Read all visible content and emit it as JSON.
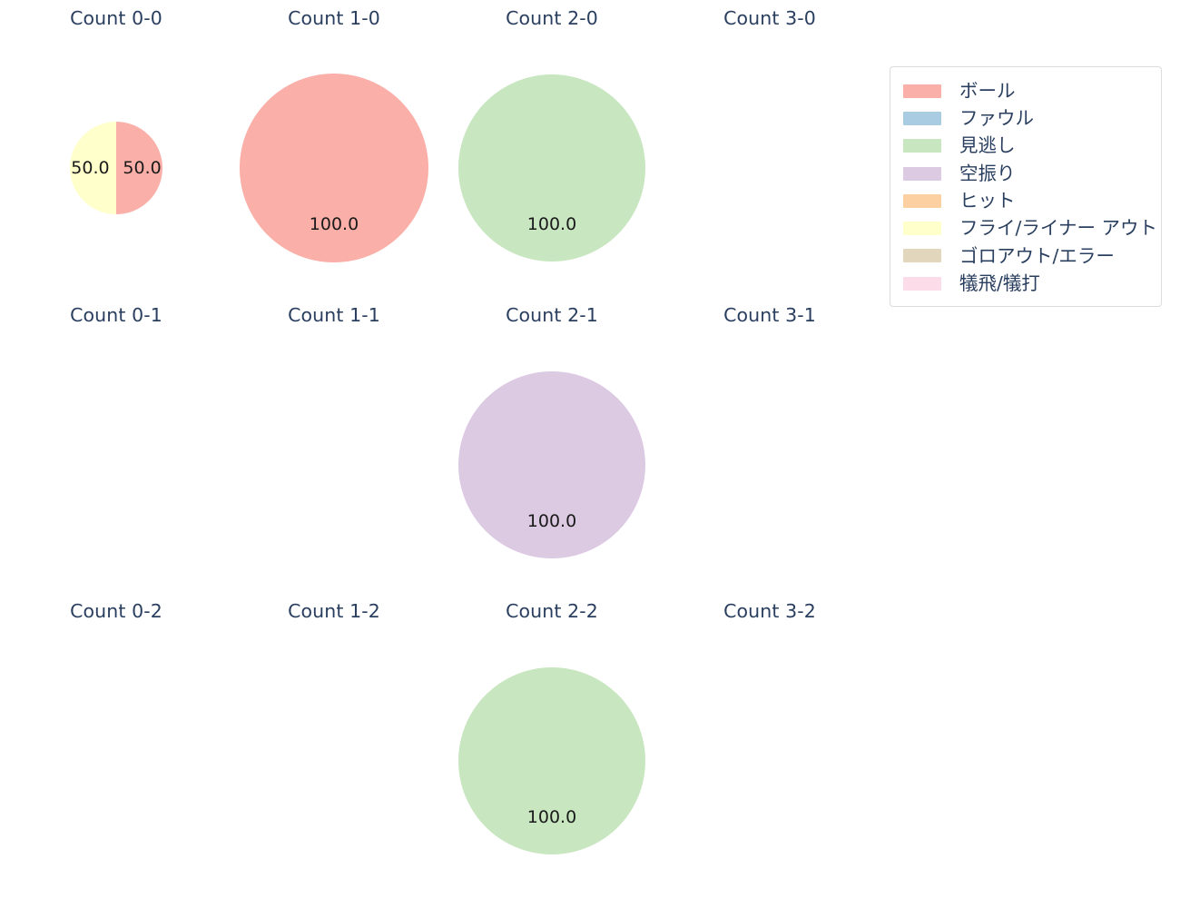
{
  "chart_data": {
    "type": "pie",
    "title": "",
    "subtitle": "",
    "xlabel": "",
    "ylabel": "",
    "legend_position": "right",
    "grid": false,
    "layout": {
      "rows": 3,
      "cols": 4
    },
    "categories": [
      "ボール",
      "ファウル",
      "見逃し",
      "空振り",
      "ヒット",
      "フライ/ライナー アウト",
      "ゴロアウト/エラー",
      "犠飛/犠打"
    ],
    "colors": {
      "ボール": "#FAAFA8",
      "ファウル": "#AACCE3",
      "見逃し": "#C8E6C0",
      "空振り": "#DCC9E2",
      "ヒット": "#FDD0A2",
      "フライ/ライナー アウト": "#FFFFCC",
      "ゴロアウト/エラー": "#E2D6BC",
      "犠飛/犠打": "#FBDCE8"
    },
    "panels": [
      {
        "title": "Count 0-0",
        "row": 0,
        "col": 0,
        "empty": false,
        "radius": 51,
        "slices": [
          {
            "label": "ボール",
            "value": 50.0,
            "value_text": "50.0",
            "color": "#FAAFA8"
          },
          {
            "label": "フライ/ライナー アウト",
            "value": 50.0,
            "value_text": "50.0",
            "color": "#FFFFCC"
          }
        ]
      },
      {
        "title": "Count 1-0",
        "row": 0,
        "col": 1,
        "empty": false,
        "radius": 104,
        "slices": [
          {
            "label": "ボール",
            "value": 100.0,
            "value_text": "100.0",
            "color": "#FAAFA8"
          }
        ]
      },
      {
        "title": "Count 2-0",
        "row": 0,
        "col": 2,
        "empty": false,
        "radius": 103,
        "slices": [
          {
            "label": "見逃し",
            "value": 100.0,
            "value_text": "100.0",
            "color": "#C8E6C0"
          }
        ]
      },
      {
        "title": "Count 3-0",
        "row": 0,
        "col": 3,
        "empty": true,
        "radius": 0,
        "slices": []
      },
      {
        "title": "Count 0-1",
        "row": 1,
        "col": 0,
        "empty": true,
        "radius": 0,
        "slices": []
      },
      {
        "title": "Count 1-1",
        "row": 1,
        "col": 1,
        "empty": true,
        "radius": 0,
        "slices": []
      },
      {
        "title": "Count 2-1",
        "row": 1,
        "col": 2,
        "empty": false,
        "radius": 103,
        "slices": [
          {
            "label": "空振り",
            "value": 100.0,
            "value_text": "100.0",
            "color": "#DCC9E2"
          }
        ]
      },
      {
        "title": "Count 3-1",
        "row": 1,
        "col": 3,
        "empty": true,
        "radius": 0,
        "slices": []
      },
      {
        "title": "Count 0-2",
        "row": 2,
        "col": 0,
        "empty": true,
        "radius": 0,
        "slices": []
      },
      {
        "title": "Count 1-2",
        "row": 2,
        "col": 1,
        "empty": true,
        "radius": 0,
        "slices": []
      },
      {
        "title": "Count 2-2",
        "row": 2,
        "col": 2,
        "empty": false,
        "radius": 103,
        "slices": [
          {
            "label": "見逃し",
            "value": 100.0,
            "value_text": "100.0",
            "color": "#C8E6C0"
          }
        ]
      },
      {
        "title": "Count 3-2",
        "row": 2,
        "col": 3,
        "empty": true,
        "radius": 0,
        "slices": []
      }
    ]
  },
  "legend": {
    "items": [
      {
        "label": "ボール",
        "color": "#FAAFA8"
      },
      {
        "label": "ファウル",
        "color": "#AACCE3"
      },
      {
        "label": "見逃し",
        "color": "#C8E6C0"
      },
      {
        "label": "空振り",
        "color": "#DCC9E2"
      },
      {
        "label": "ヒット",
        "color": "#FDD0A2"
      },
      {
        "label": "フライ/ライナー アウト",
        "color": "#FFFFCC"
      },
      {
        "label": "ゴロアウト/エラー",
        "color": "#E2D6BC"
      },
      {
        "label": "犠飛/犠打",
        "color": "#FBDCE8"
      }
    ]
  }
}
